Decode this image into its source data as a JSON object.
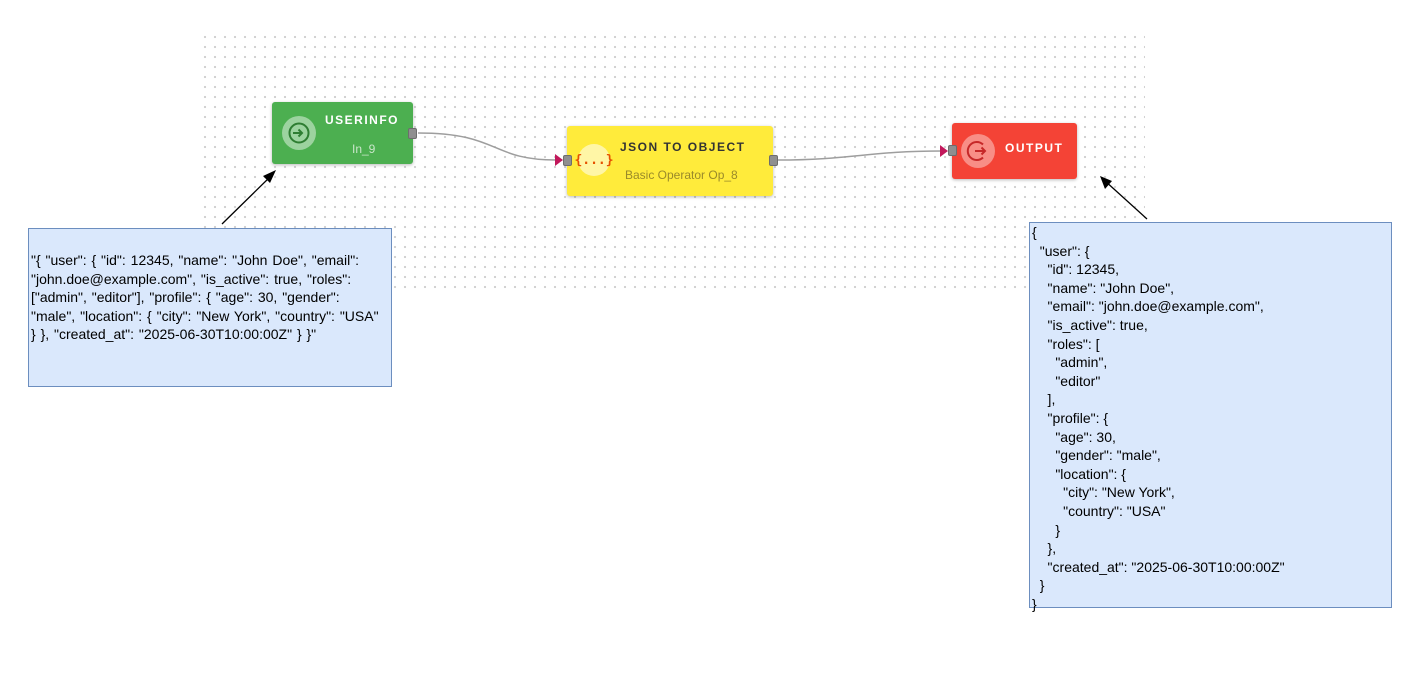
{
  "nodes": {
    "input": {
      "title": "USERINFO",
      "subtitle": "In_9",
      "icon": "login-arrow-icon",
      "color": "#4caf50"
    },
    "operator": {
      "title": "JSON TO OBJECT",
      "subtitle": "Basic Operator Op_8",
      "icon": "curly-braces-icon",
      "icon_text": "{...}",
      "color": "#ffeb3b"
    },
    "output": {
      "title": "OUTPUT",
      "icon": "logout-arrow-icon",
      "color": "#f44336"
    }
  },
  "notes": {
    "input_json": "\"{   \"user\": {     \"id\": 12345,     \"name\": \"John Doe\",     \"email\": \"john.doe@example.com\",     \"is_active\": true,     \"roles\": [\"admin\", \"editor\"],     \"profile\": {       \"age\": 30,       \"gender\": \"male\",       \"location\": {         \"city\": \"New York\",         \"country\": \"USA\"       }     },     \"created_at\": \"2025-06-30T10:00:00Z\"   } }\"",
    "output_json_lines": [
      "{",
      "  \"user\": {",
      "    \"id\": 12345,",
      "    \"name\": \"John Doe\",",
      "    \"email\": \"john.doe@example.com\",",
      "    \"is_active\": true,",
      "    \"roles\": [",
      "      \"admin\",",
      "      \"editor\"",
      "    ],",
      "    \"profile\": {",
      "      \"age\": 30,",
      "      \"gender\": \"male\",",
      "      \"location\": {",
      "        \"city\": \"New York\",",
      "        \"country\": \"USA\"",
      "      }",
      "    },",
      "    \"created_at\": \"2025-06-30T10:00:00Z\"",
      "  }",
      "}"
    ]
  },
  "colors": {
    "link": "#9e9e9e",
    "arrowhead": "#c2185b",
    "note_fill": "#dae8fc",
    "note_border": "#6c8ebf"
  }
}
